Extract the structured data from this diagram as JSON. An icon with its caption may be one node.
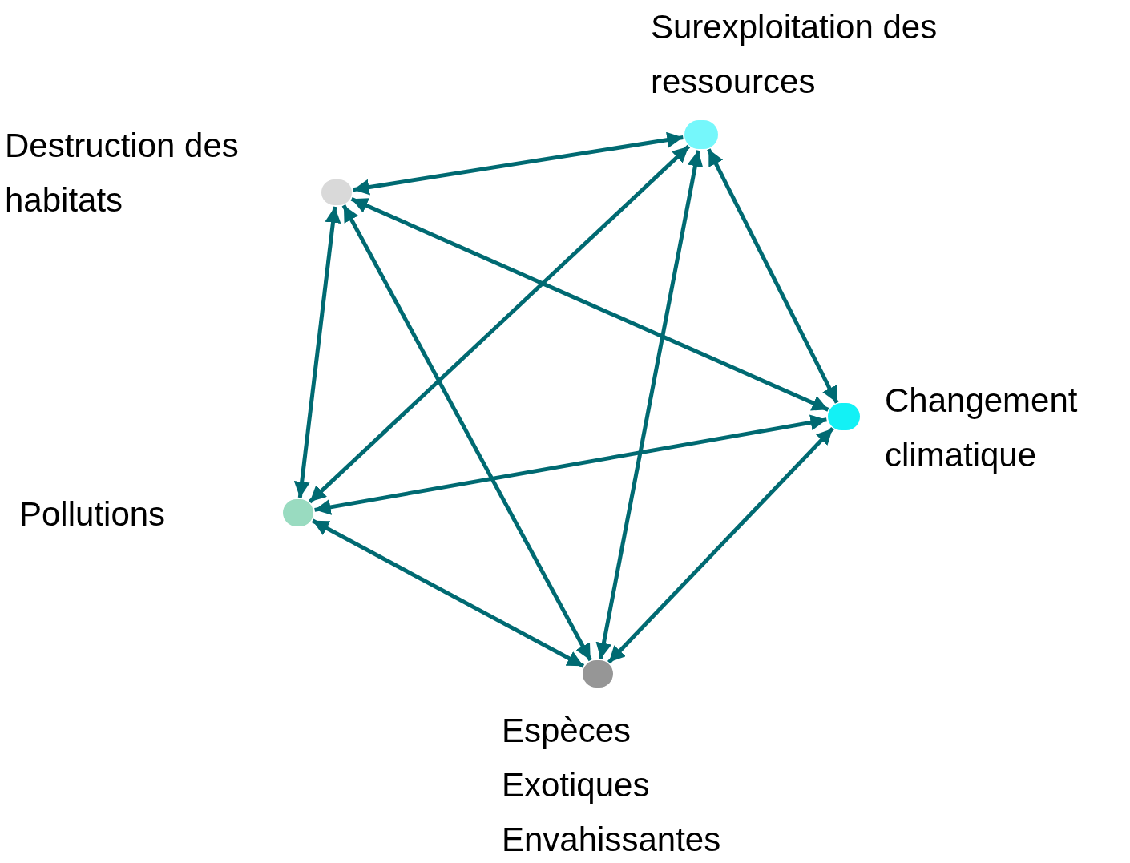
{
  "diagram": {
    "nodes": [
      {
        "text": [],
        "shape": "circle",
        "beside": [
          "Surexploitation des ressources"
        ]
      },
      {
        "text": [],
        "shape": "circle",
        "beside": [
          "Destruction des habitats"
        ]
      },
      {
        "text": [],
        "shape": "circle",
        "beside": [
          "Changement climatique"
        ]
      },
      {
        "text": [],
        "shape": "circle",
        "beside": [
          "Pollutions"
        ]
      },
      {
        "text": [],
        "shape": "circle",
        "beside": [
          "Espèces Exotiques Envahissantes"
        ]
      }
    ],
    "edges": [
      {
        "from": 1,
        "to": 0,
        "arrow": "both"
      },
      {
        "from": 1,
        "to": 3,
        "arrow": "both"
      },
      {
        "from": 1,
        "to": 4,
        "arrow": "both"
      },
      {
        "from": 1,
        "to": 2,
        "arrow": "both"
      },
      {
        "from": 0,
        "to": 3,
        "arrow": "both"
      },
      {
        "from": 0,
        "to": 4,
        "arrow": "both"
      },
      {
        "from": 0,
        "to": 2,
        "arrow": "both"
      },
      {
        "from": 3,
        "to": 2,
        "arrow": "both"
      },
      {
        "from": 3,
        "to": 4,
        "arrow": "both"
      },
      {
        "from": 4,
        "to": 2,
        "arrow": "both"
      }
    ]
  }
}
